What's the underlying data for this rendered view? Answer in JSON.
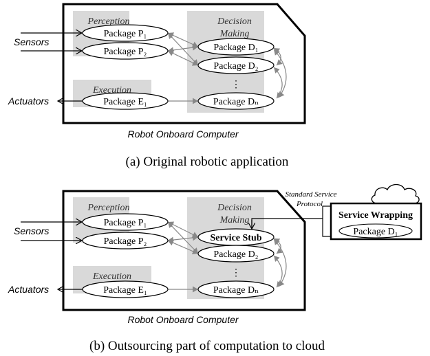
{
  "diagram_a": {
    "sensors_label": "Sensors",
    "actuators_label": "Actuators",
    "perception_label": "Perception",
    "execution_label": "Execution",
    "decision_label_1": "Decision",
    "decision_label_2": "Making",
    "pkg_p1": "Package P₁",
    "pkg_p2": "Package P₂",
    "pkg_e1": "Package E₁",
    "pkg_d1": "Package D₁",
    "pkg_d2": "Package D₂",
    "pkg_dn": "Package Dₙ",
    "ellipsis": "⋮",
    "computer_label": "Robot Onboard Computer",
    "caption": "(a) Original robotic application"
  },
  "diagram_b": {
    "sensors_label": "Sensors",
    "actuators_label": "Actuators",
    "perception_label": "Perception",
    "execution_label": "Execution",
    "decision_label_1": "Decision",
    "decision_label_2": "Making",
    "pkg_p1": "Package P₁",
    "pkg_p2": "Package P₂",
    "pkg_e1": "Package E₁",
    "service_stub": "Service Stub",
    "pkg_d2": "Package D₂",
    "pkg_dn": "Package Dₙ",
    "ellipsis": "⋮",
    "protocol_1": "Standard Service",
    "protocol_2": "Protocol",
    "service_wrapping": "Service Wrapping",
    "wrapped_pkg": "Package D₁",
    "computer_label": "Robot Onboard Computer",
    "caption": "(b) Outsourcing part of computation to cloud"
  }
}
